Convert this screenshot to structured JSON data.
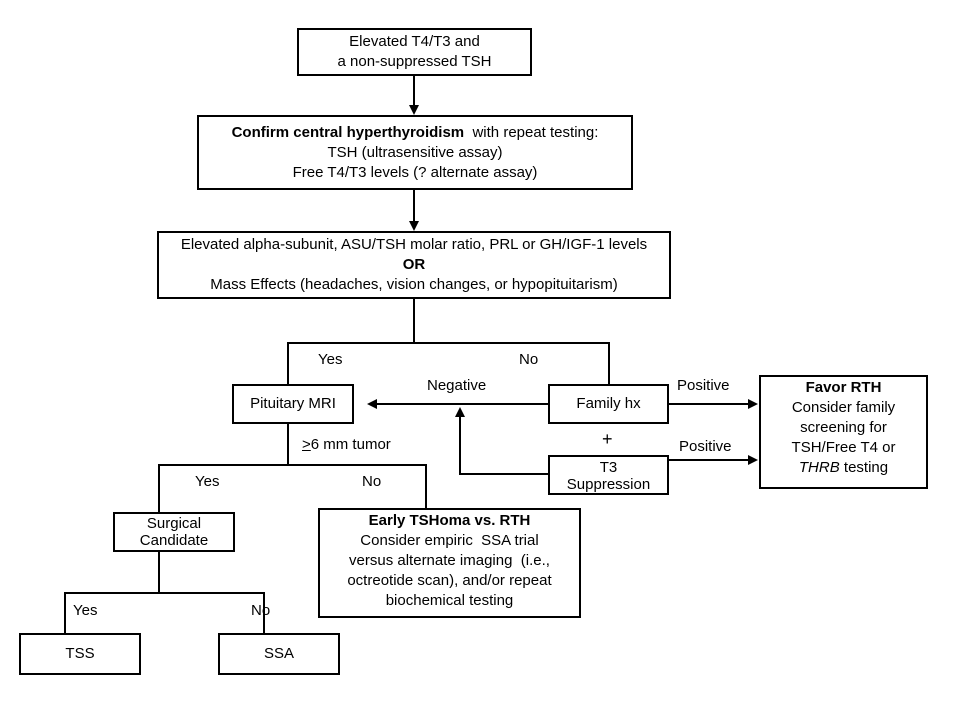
{
  "nodes": {
    "start": [
      "Elevated T4/T3 and",
      "a non-suppressed TSH"
    ],
    "confirm": {
      "bold": "Confirm central hyperthyroidism",
      "rest": "  with repeat testing:",
      "lines": [
        "TSH (ultrasensitive assay)",
        "Free T4/T3 levels (? alternate assay)"
      ]
    },
    "criteria": {
      "line1": "Elevated alpha-subunit, ASU/TSH molar ratio, PRL or GH/IGF-1 levels",
      "or": "OR",
      "line3": "Mass Effects (headaches, vision changes, or hypopituitarism)"
    },
    "mri": "Pituitary MRI",
    "family": "Family hx",
    "t3": [
      "T3",
      "Suppression"
    ],
    "rth": {
      "title": "Favor RTH",
      "lines": [
        "Consider family",
        "screening for",
        "TSH/Free T4 or"
      ],
      "gene": "THRB",
      "gene_suffix": " testing"
    },
    "surgical": [
      "Surgical",
      "Candidate"
    ],
    "early": {
      "title": "Early TSHoma vs. RTH",
      "lines": [
        "Consider empiric  SSA trial",
        "versus alternate imaging  (i.e.,",
        "octreotide scan), and/or repeat",
        "biochemical testing"
      ]
    },
    "tss": "TSS",
    "ssa": "SSA"
  },
  "edge_labels": {
    "yes_mri": "Yes",
    "no_family": "No",
    "negative": "Negative",
    "positive_family": "Positive",
    "plus": "+",
    "positive_t3": "Positive",
    "tumor_prefix": ">",
    "tumor_rest": "6 mm tumor",
    "yes_surgical": "Yes",
    "no_early": "No",
    "yes_tss": "Yes",
    "no_ssa": "No"
  }
}
